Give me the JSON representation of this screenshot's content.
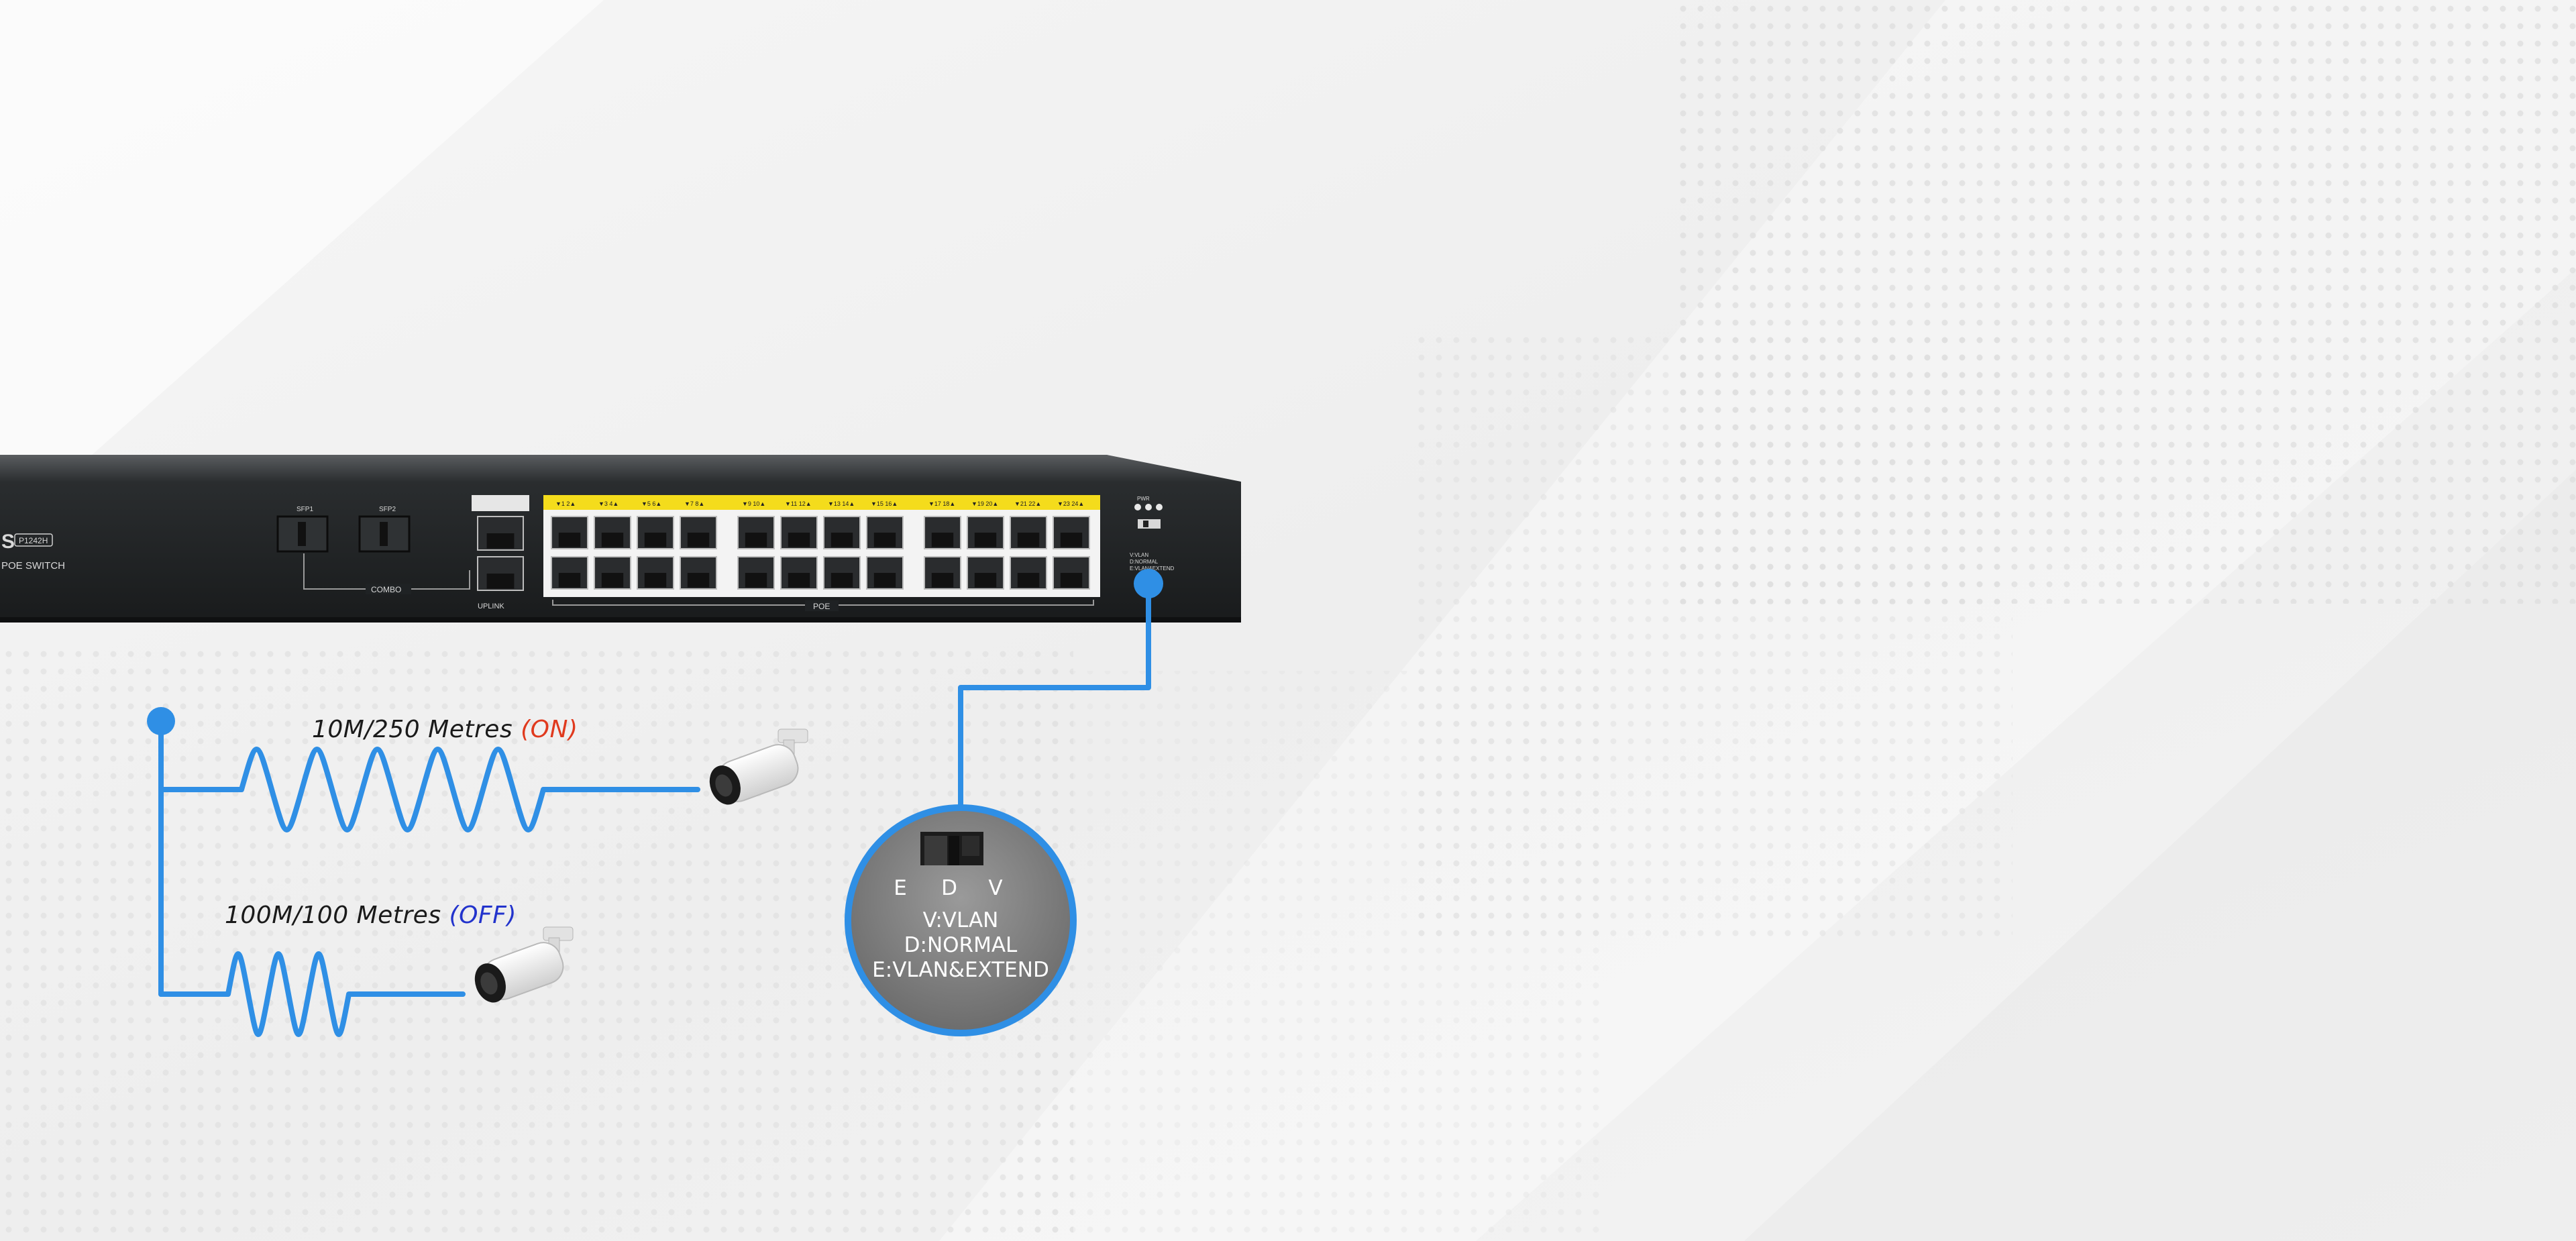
{
  "colors": {
    "accent_blue": "#2f8fe5",
    "on_color": "#e03a1e",
    "off_color": "#2233cc",
    "switch_body": "#1f2224",
    "poe_yellow": "#f4dc1c"
  },
  "switch": {
    "model_badge": "P1242H",
    "subtitle": "POE SWITCH",
    "sfp1_label": "SFP1",
    "sfp2_label": "SFP2",
    "combo_label": "COMBO",
    "uplink_label": "UPLINK",
    "poe_label": "POE",
    "port_labels": [
      "1 2",
      "3 4",
      "5 6",
      "7 8",
      "9 10",
      "11 12",
      "13 14",
      "15 16",
      "17 18",
      "19 20",
      "21 22",
      "23 24"
    ],
    "led_label": "PWR",
    "mode_lines": [
      "V:VLAN",
      "D:NORMAL",
      "E:VLAN&EXTEND"
    ]
  },
  "connections": [
    {
      "speed_text": "10M/250 Metres",
      "state_text": "(ON)",
      "state": "on"
    },
    {
      "speed_text": "100M/100 Metres",
      "state_text": "(OFF)",
      "state": "off"
    }
  ],
  "dip_switch": {
    "positions": [
      "E",
      "D",
      "V"
    ],
    "modes": [
      "V:VLAN",
      "D:NORMAL",
      "E:VLAN&EXTEND"
    ]
  },
  "icons": [
    "ip-camera-icon",
    "dip-switch-icon",
    "network-switch-icon"
  ]
}
